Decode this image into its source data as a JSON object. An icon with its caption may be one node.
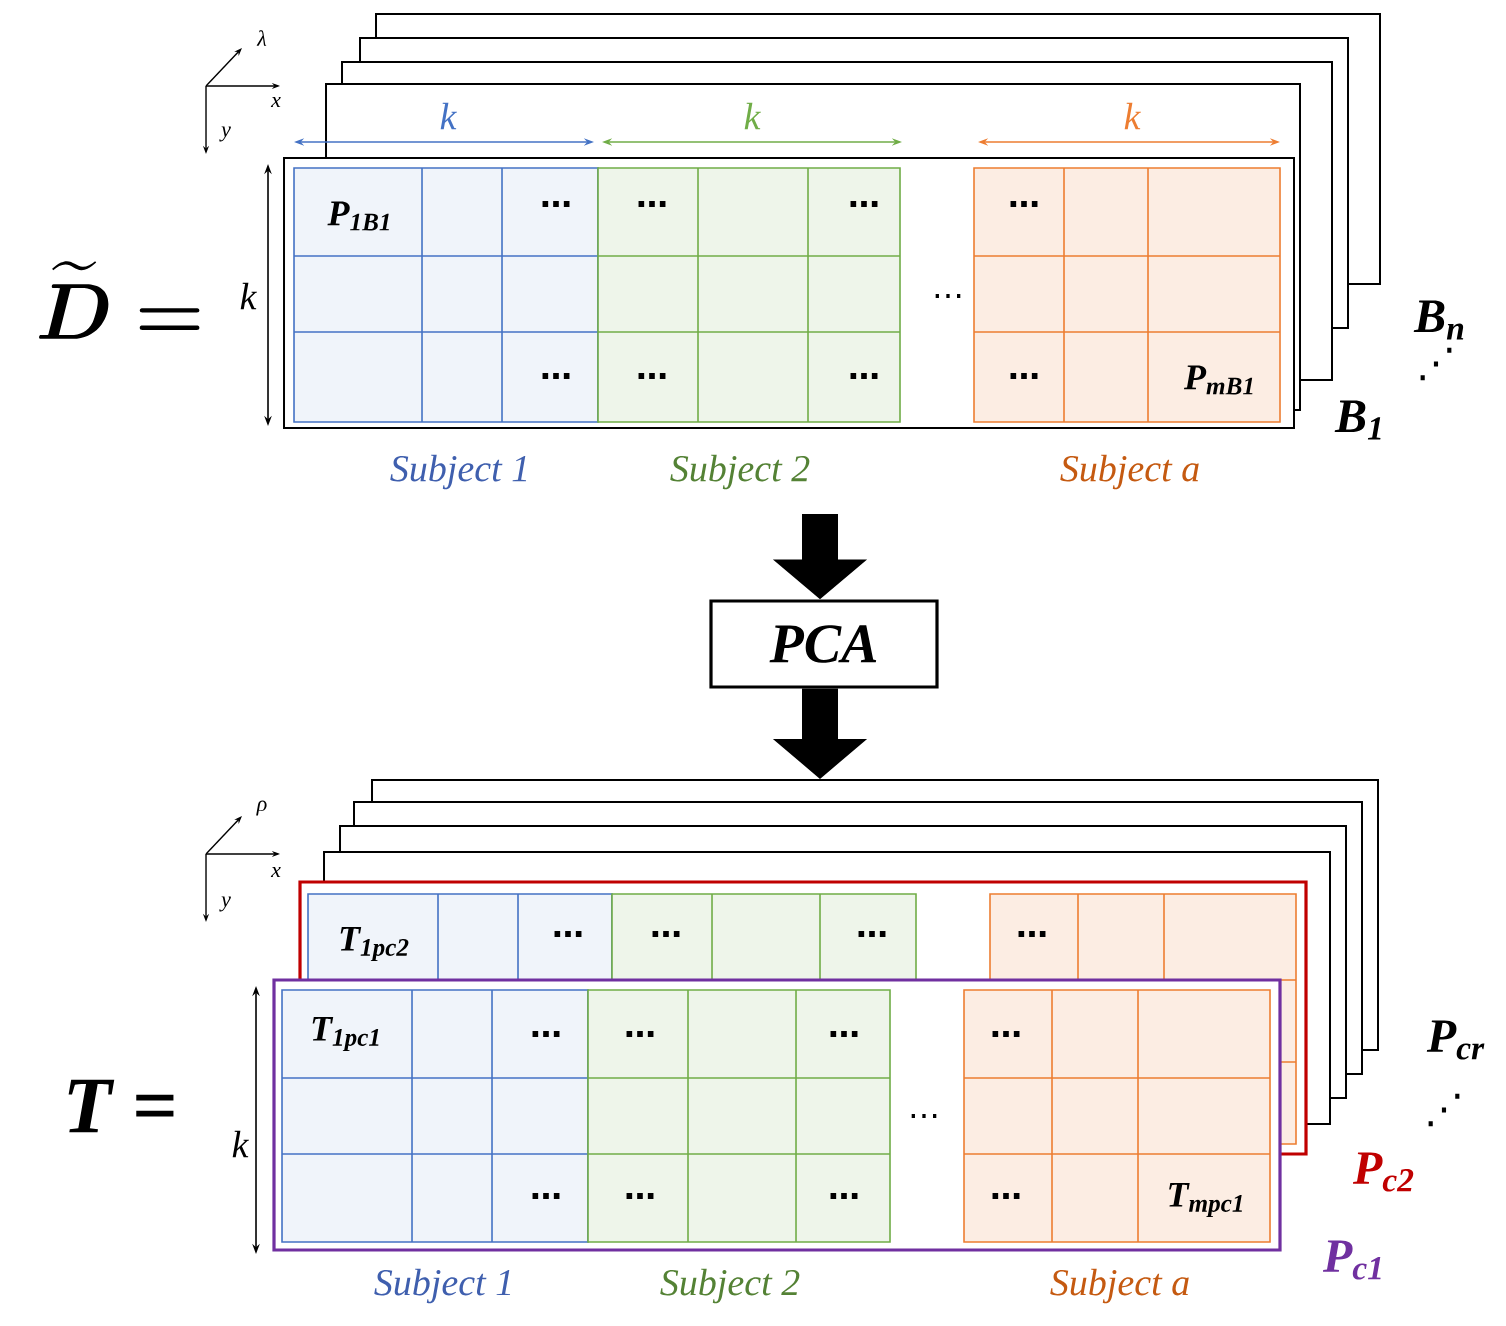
{
  "diagram": {
    "nodes": [
      {
        "text": [],
        "shape": "box"
      },
      {
        "text": [
          "PCA"
        ]
      },
      {
        "text": [],
        "shape": "box"
      }
    ],
    "edges": [
      {
        "from": null,
        "to": 1,
        "arrow": "to"
      },
      {
        "from": 1,
        "to": 2,
        "arrow": "to"
      }
    ],
    "labels": [
      "λ",
      "x",
      "y",
      "k",
      "k",
      "k",
      "\\widetilde{\\boldsymbol{D}}\\boldsymbol{=}",
      "k",
      "P$_{1B1}$",
      "⋯",
      "⋯",
      "⋯",
      "⋯",
      "⋯",
      "B$_{n}$",
      "⋰",
      "⋯",
      "⋯",
      "⋯",
      "⋯",
      "P$_{mB1}$",
      "B$_{1}$",
      "Subject 1",
      "Subject 2",
      "Subject a",
      "ρ",
      "x",
      "y",
      "T$_{1pc2}$",
      "⋯",
      "⋯",
      "⋯",
      "⋯",
      "T =",
      "k",
      "T$_{1pc1}$",
      "⋯",
      "⋯",
      "⋯",
      "⋯",
      "P$_{cr}$",
      "⋰",
      "⋯",
      "P$_{c2}$",
      "⋯",
      "⋯",
      "⋯",
      "⋯",
      "T$_{mpc1}$",
      "P$_{c1}$",
      "Subject 1",
      "Subject 2",
      "Subject a"
    ]
  }
}
